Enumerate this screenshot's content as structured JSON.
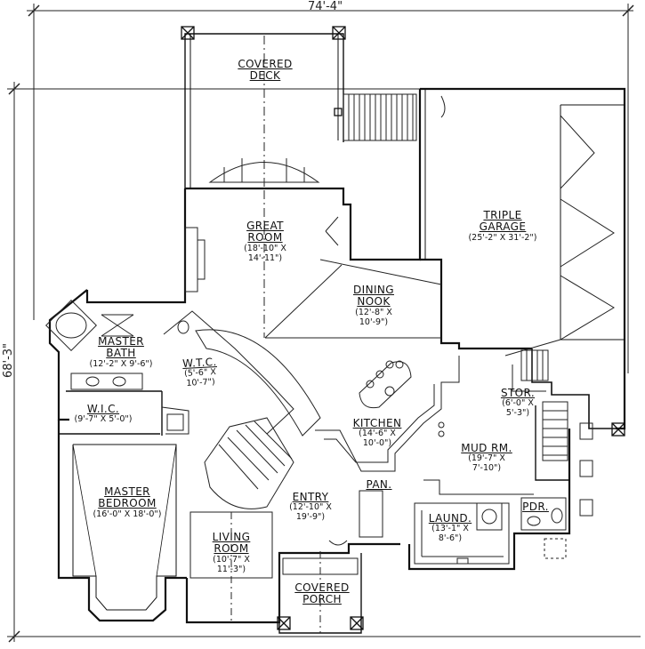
{
  "overall": {
    "width": "74'-4\"",
    "depth": "68'-3\""
  },
  "rooms": {
    "covered_deck": {
      "name_line1": "COVERED",
      "name_line2": "DECK"
    },
    "great_room": {
      "name_line1": "GREAT",
      "name_line2": "ROOM",
      "dim_line1": "(18'-10\" X",
      "dim_line2": "14'-11\")"
    },
    "triple_garage": {
      "name_line1": "TRIPLE",
      "name_line2": "GARAGE",
      "dim_line1": "(25'-2\" X 31'-2\")"
    },
    "dining_nook": {
      "name_line1": "DINING",
      "name_line2": "NOOK",
      "dim_line1": "(12'-8\" X",
      "dim_line2": "10'-9\")"
    },
    "master_bath": {
      "name_line1": "MASTER",
      "name_line2": "BATH",
      "dim_line1": "(12'-2\" X 9'-6\")"
    },
    "wtc": {
      "name_line1": "W.T.C.",
      "dim_line1": "(5'-6\" X",
      "dim_line2": "10'-7\")"
    },
    "wic": {
      "name_line1": "W.I.C.",
      "dim_line1": "(9'-7\" X 5'-0\")"
    },
    "stor": {
      "name_line1": "STOR.",
      "dim_line1": "(6'-0\" X",
      "dim_line2": "5'-3\")"
    },
    "kitchen": {
      "name_line1": "KITCHEN",
      "dim_line1": "(14'-6\" X",
      "dim_line2": "10'-0\")"
    },
    "mud_rm": {
      "name_line1": "MUD RM.",
      "dim_line1": "(19'-7\" X",
      "dim_line2": "7'-10\")"
    },
    "master_bedroom": {
      "name_line1": "MASTER",
      "name_line2": "BEDROOM",
      "dim_line1": "(16'-0\" X 18'-0\")"
    },
    "entry": {
      "name_line1": "ENTRY",
      "dim_line1": "(12'-10\" X",
      "dim_line2": "19'-9\")"
    },
    "pan": {
      "name_line1": "PAN."
    },
    "laund": {
      "name_line1": "LAUND.",
      "dim_line1": "(13'-1\" X",
      "dim_line2": "8'-6\")"
    },
    "pdr": {
      "name_line1": "PDR."
    },
    "living_room": {
      "name_line1": "LIVING",
      "name_line2": "ROOM",
      "dim_line1": "(10'-7\" X",
      "dim_line2": "11'-3\")"
    },
    "covered_porch": {
      "name_line1": "COVERED",
      "name_line2": "PORCH"
    }
  }
}
